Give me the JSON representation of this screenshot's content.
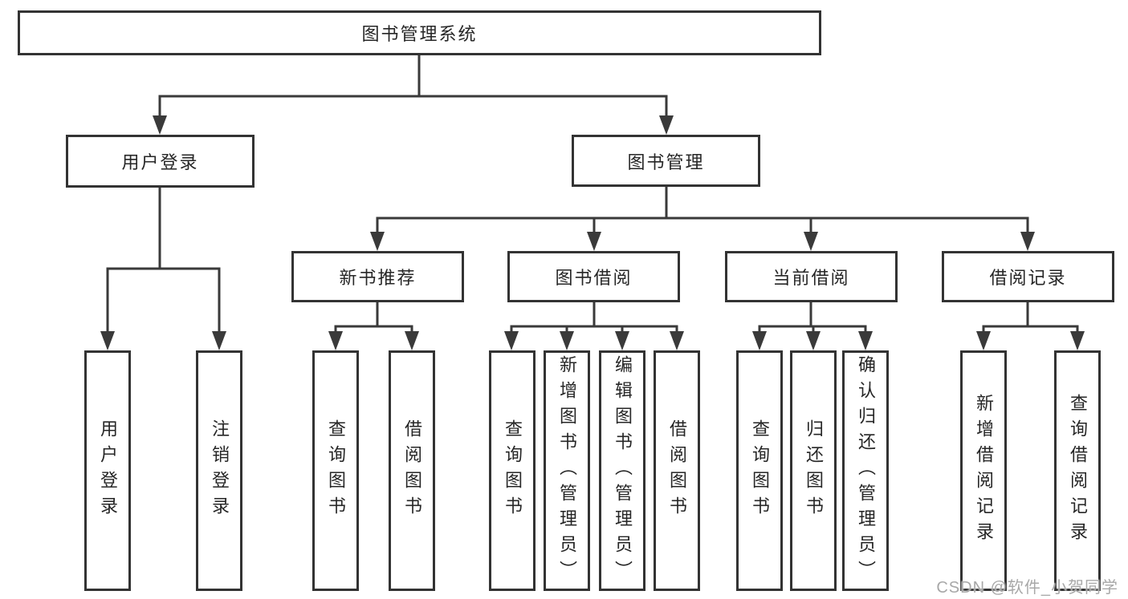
{
  "tree": {
    "label": "图书管理系统",
    "children": [
      {
        "label": "用户登录",
        "children": [
          {
            "label": "用户登录"
          },
          {
            "label": "注销登录"
          }
        ]
      },
      {
        "label": "图书管理",
        "children": [
          {
            "label": "新书推荐",
            "children": [
              {
                "label": "查询图书"
              },
              {
                "label": "借阅图书"
              }
            ]
          },
          {
            "label": "图书借阅",
            "children": [
              {
                "label": "查询图书"
              },
              {
                "label": "新增图书（管理员）"
              },
              {
                "label": "编辑图书（管理员）"
              },
              {
                "label": "借阅图书"
              }
            ]
          },
          {
            "label": "当前借阅",
            "children": [
              {
                "label": "查询图书"
              },
              {
                "label": "归还图书"
              },
              {
                "label": "确认归还（管理员）"
              }
            ]
          },
          {
            "label": "借阅记录",
            "children": [
              {
                "label": "新增借阅记录"
              },
              {
                "label": "查询借阅记录"
              }
            ]
          }
        ]
      }
    ]
  },
  "watermark": {
    "text": "CSDN @软件_小贺同学"
  },
  "colors": {
    "line": "#3a3a3a",
    "box_border": "#333333",
    "text": "#262626",
    "background": "#ffffff",
    "watermark": "#a8a8a8"
  }
}
